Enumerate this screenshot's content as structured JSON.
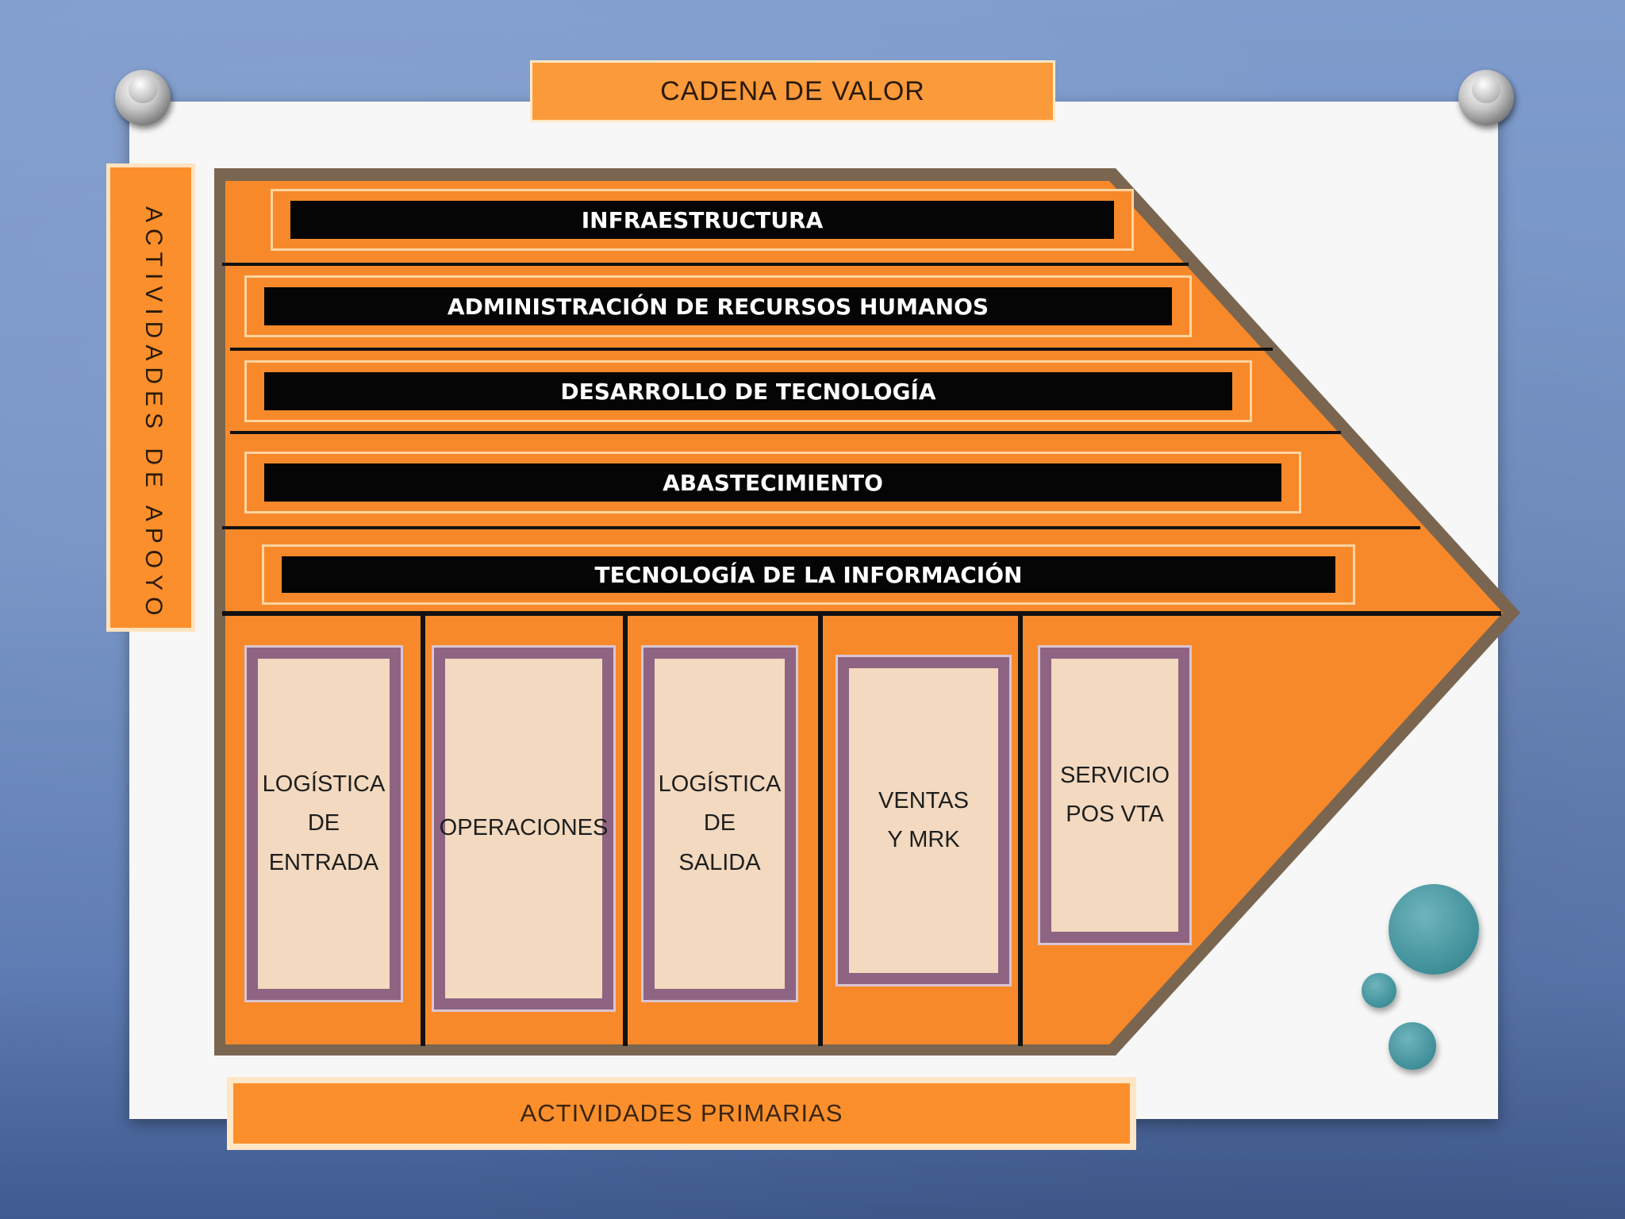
{
  "title": "CADENA DE VALOR",
  "support_label": "ACTIVIDADES DE APOYO",
  "primary_label": "ACTIVIDADES PRIMARIAS",
  "support_activities": [
    "INFRAESTRUCTURA",
    "ADMINISTRACIÓN DE RECURSOS HUMANOS",
    "DESARROLLO DE TECNOLOGÍA",
    "ABASTECIMIENTO",
    "TECNOLOGÍA DE LA INFORMACIÓN"
  ],
  "primary_activities": [
    "LOGÍSTICA\nDE\nENTRADA",
    "OPERACIONES",
    "LOGÍSTICA\nDE\nSALIDA",
    "VENTAS\nY MRK",
    "SERVICIO\nPOS VTA"
  ],
  "colors": {
    "orange": "#f7892a",
    "arrow_border": "#7a6650",
    "purple": "#8f6482",
    "cream": "#f2d9bf",
    "teal": "#3f8f99"
  }
}
